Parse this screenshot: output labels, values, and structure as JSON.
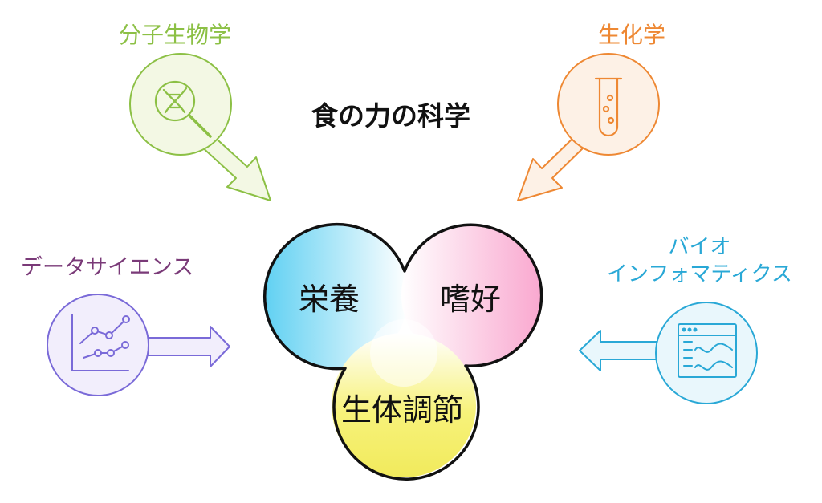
{
  "title": "食の力の科学",
  "fields": {
    "molecular_biology": {
      "label": "分子生物学",
      "color": "#8cc045",
      "icon": "dna-magnifier-icon"
    },
    "biochemistry": {
      "label": "生化学",
      "color": "#ee8833",
      "icon": "test-tube-icon"
    },
    "data_science": {
      "label": "データサイエンス",
      "color": "#7a6ad8",
      "text_color": "#7a3a78",
      "icon": "line-chart-icon"
    },
    "bioinformatics": {
      "label_line1": "バイオ",
      "label_line2": "インフォマティクス",
      "color": "#29a8d6",
      "icon": "waveform-window-icon"
    }
  },
  "circles": {
    "nutrition": {
      "label": "栄養",
      "color": "#5fd0f2"
    },
    "preference": {
      "label": "嗜好",
      "color": "#f9a7cf"
    },
    "regulation": {
      "label": "生体調節",
      "color": "#f7f27a"
    }
  }
}
